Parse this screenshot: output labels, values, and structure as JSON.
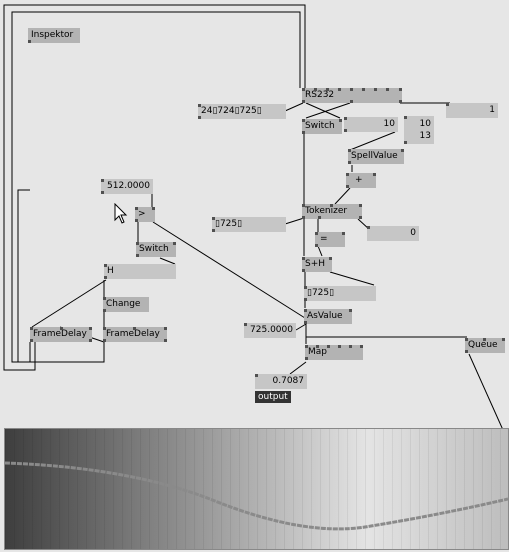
{
  "nodes": {
    "inspektor": "Inspektor",
    "rs232": "RS232",
    "switch1": "Switch",
    "spellvalue": "SpellValue",
    "plus": "+",
    "tokenizer": "Tokenizer",
    "equals": "=",
    "sh": "S+H",
    "asvalue": "AsValue",
    "map": "Map",
    "queue": "Queue",
    "greater": ">",
    "switch2": "Switch",
    "change": "Change",
    "framedelay1": "FrameDelay",
    "framedelay2": "FrameDelay"
  },
  "ioboxes": {
    "serial_in": "24▯724▯725▯",
    "rs232_out": "1",
    "ten": "10",
    "ten_thirteen_a": "10",
    "ten_thirteen_b": "13",
    "token_in": "▯725▯",
    "zero": "0",
    "sh_out": "▯725▯",
    "asvalue_out": "725.0000",
    "map_out": "0.7087",
    "threshold": "512.0000",
    "h_value": "H"
  },
  "output_label": "output",
  "colors": {
    "node_gray": "#b3b3b3",
    "iobox_gray": "#c6c6c6",
    "pin": "#505050",
    "wire": "#000000",
    "curve": "#808080"
  }
}
